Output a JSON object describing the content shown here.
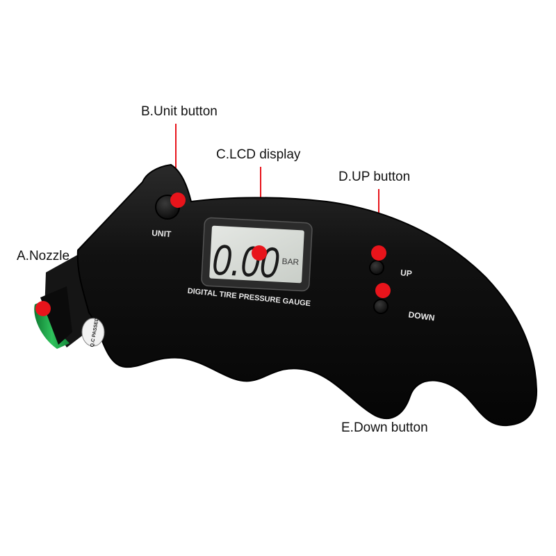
{
  "callouts": {
    "nozzle": "A.Nozzle",
    "unit_button": "B.Unit button",
    "lcd_display": "C.LCD display",
    "up_button": "D.UP button",
    "down_button": "E.Down button"
  },
  "device": {
    "unit_label": "UNIT",
    "up_label": "UP",
    "down_label": "DOWN",
    "gauge_title": "DIGITAL TIRE PRESSURE GAUGE",
    "lcd_reading": "0.00",
    "lcd_unit": "BAR",
    "nozzle_marking": "Q.C PASSED"
  },
  "colors": {
    "body": "#0d0d0d",
    "callout_dot": "#e8141b",
    "nozzle_green": "#1fa64a",
    "lcd_bg": "#d6dad6"
  }
}
